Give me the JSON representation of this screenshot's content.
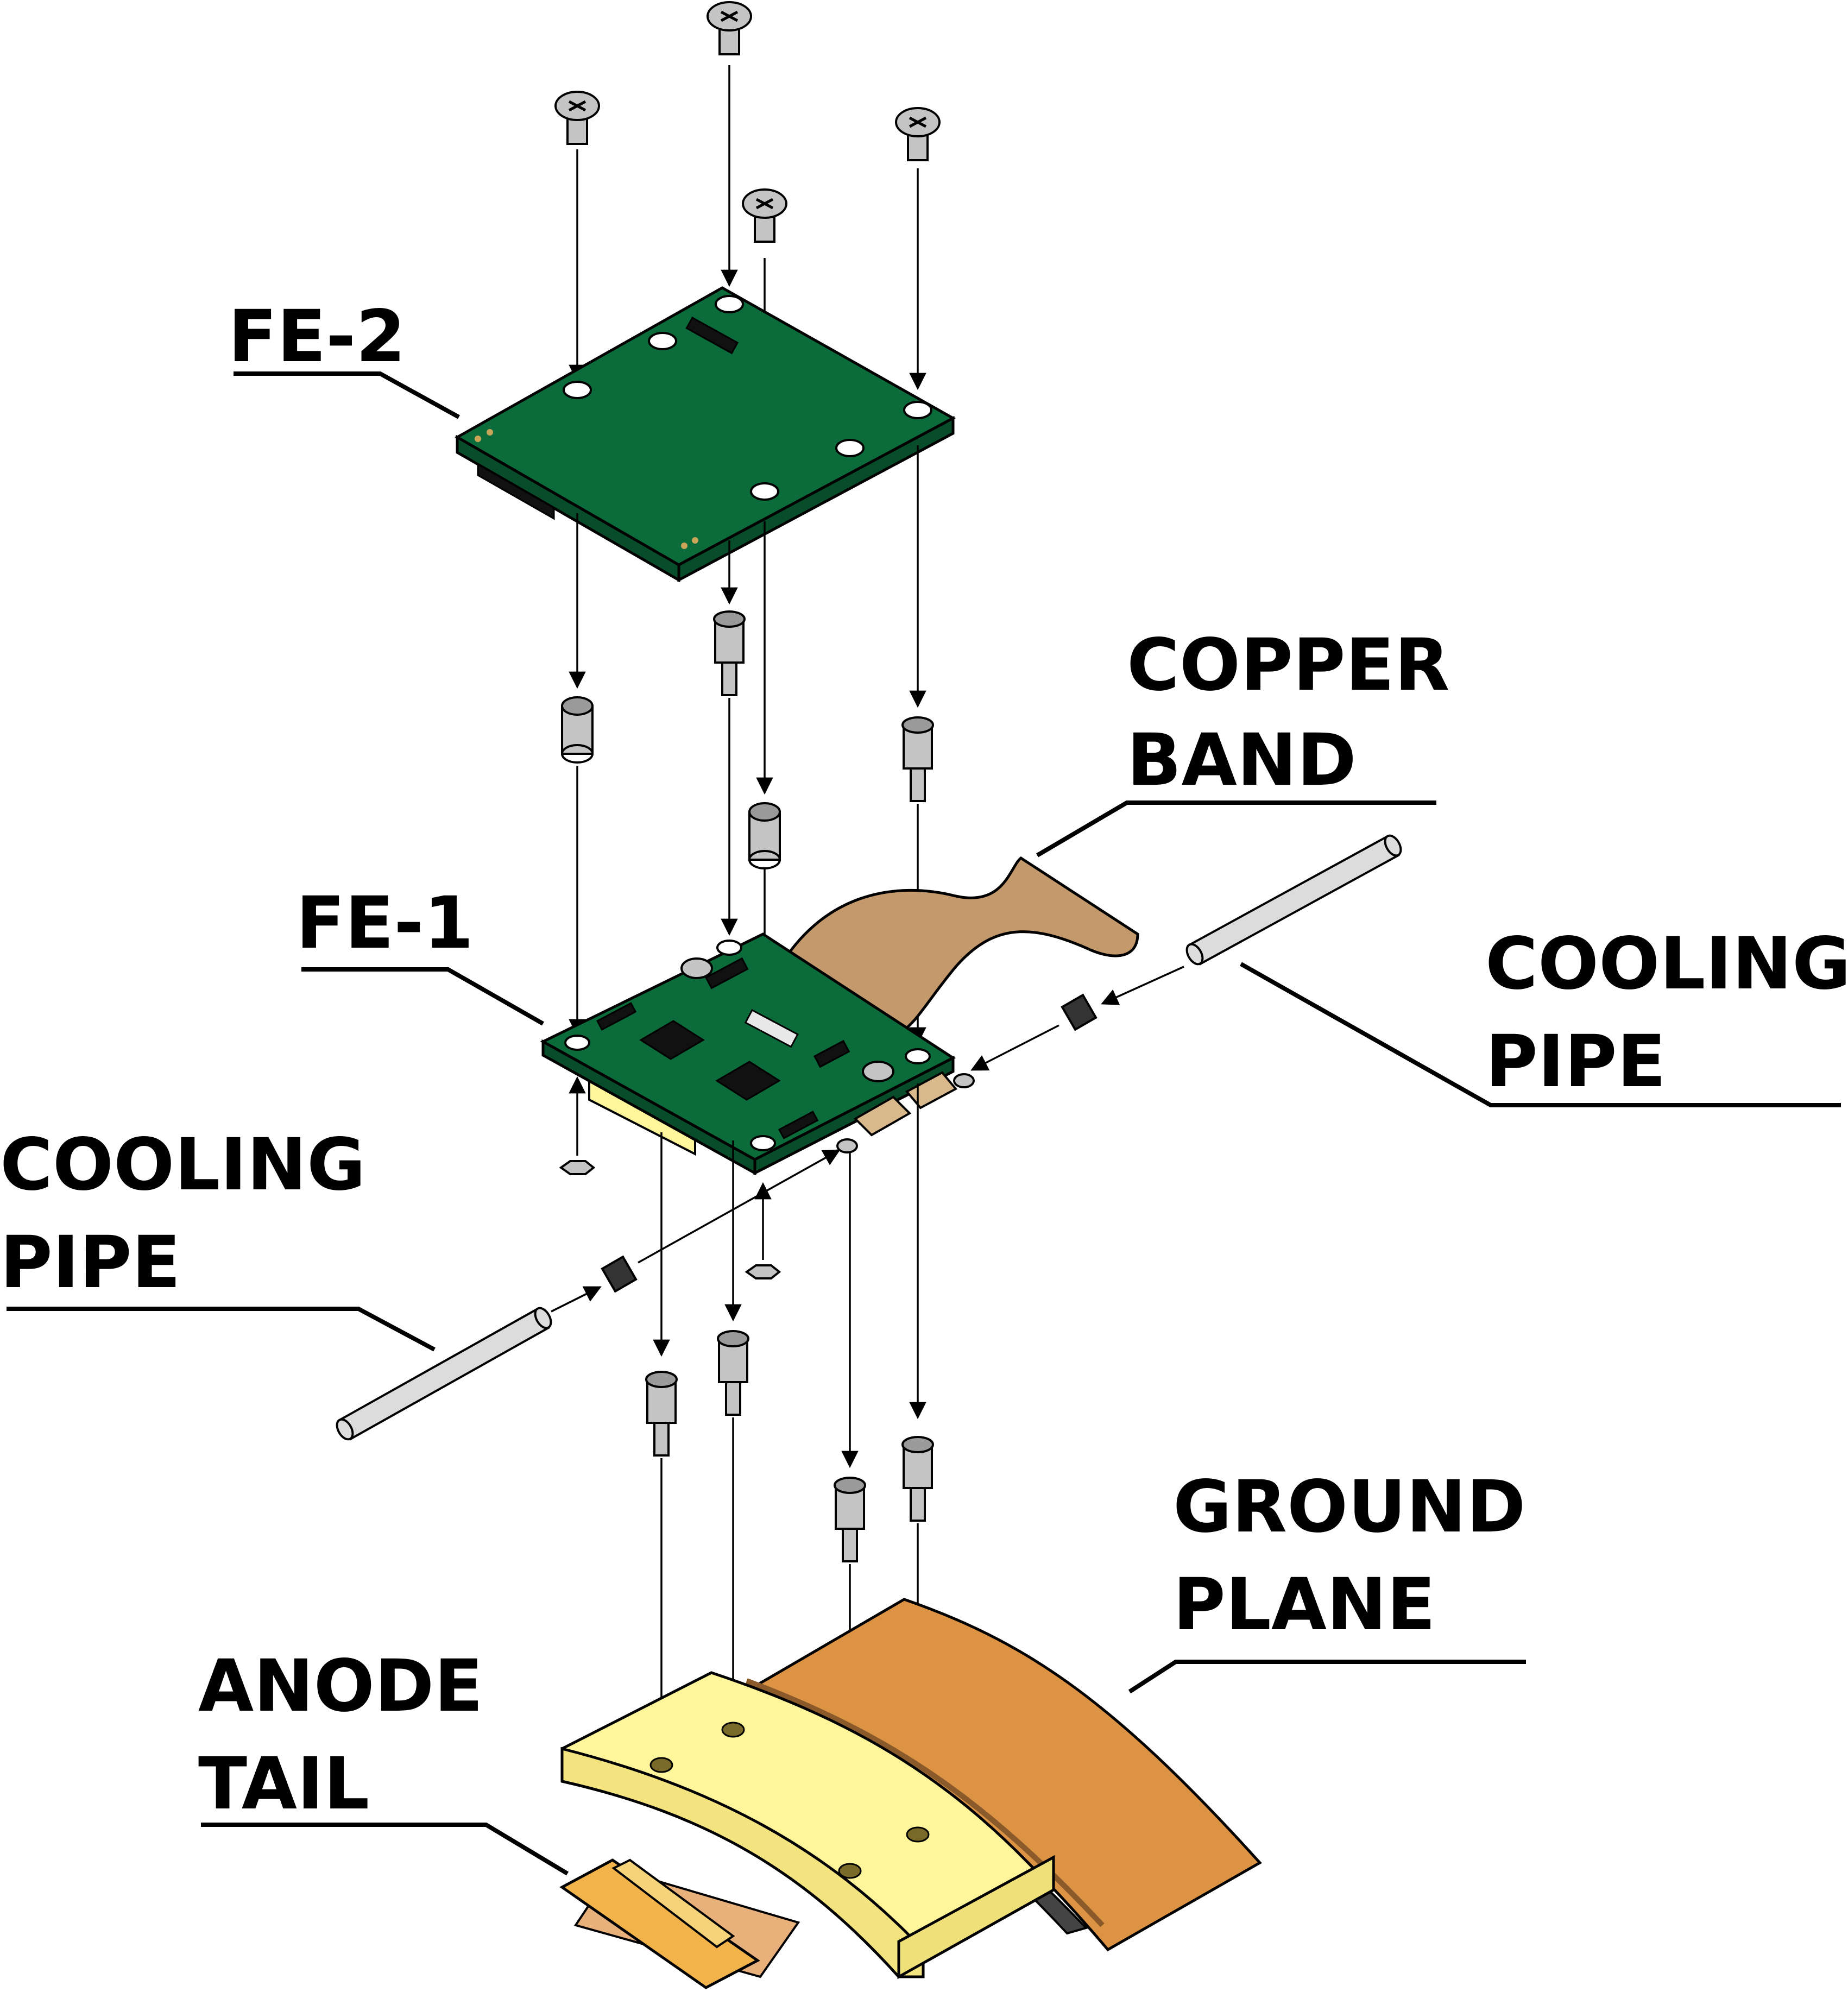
{
  "labels": {
    "fe2": "FE-2",
    "fe1": "FE-1",
    "copper_band_line1": "COPPER",
    "copper_band_line2": "BAND",
    "cooling_pipe_right_line1": "COOLING",
    "cooling_pipe_right_line2": "PIPE",
    "cooling_pipe_left_line1": "COOLING",
    "cooling_pipe_left_line2": "PIPE",
    "ground_plane_line1": "GROUND",
    "ground_plane_line2": "PLANE",
    "anode_tail_line1": "ANODE",
    "anode_tail_line2": "TAIL"
  },
  "colors": {
    "pcb_green": "#0b6b3a",
    "copper_band": "#c49a6c",
    "ground_plane_orange": "#dd9344",
    "anode_yellow": "#fff59a",
    "metal_grey": "#c4c4c4"
  }
}
